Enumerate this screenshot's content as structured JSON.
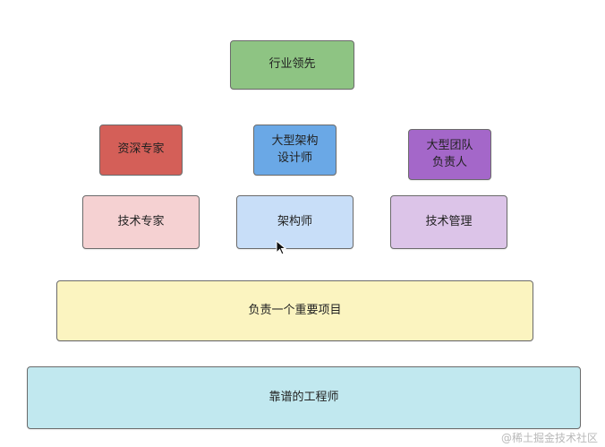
{
  "nodes": {
    "top": "行业领先",
    "expert": "资深专家",
    "architect_large": "大型架构\n设计师",
    "team_lead": "大型团队\n负责人",
    "tech_expert": "技术专家",
    "architect": "架构师",
    "tech_mgmt": "技术管理",
    "project": "负责一个重要项目",
    "engineer": "靠谱的工程师"
  },
  "watermark": "@稀土掘金技术社区",
  "colors": {
    "green": "#8ec483",
    "red": "#d45f58",
    "blue": "#6aa8e6",
    "purple": "#a467c9",
    "pink": "#f5d1d2",
    "light_blue": "#c8def8",
    "lavender": "#dcc4e8",
    "yellow": "#fbf4c0",
    "cyan": "#c1e8ef"
  }
}
